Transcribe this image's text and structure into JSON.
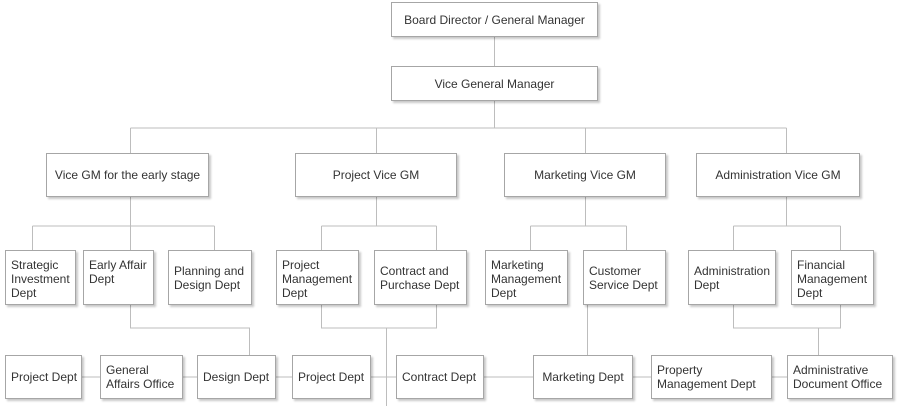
{
  "org_chart": {
    "top": "Board Director / General Manager",
    "vice_gm": "Vice General Manager",
    "branches": {
      "early_stage": "Vice GM for the early stage",
      "project": "Project Vice GM",
      "marketing": "Marketing Vice GM",
      "administration": "Administration Vice GM"
    },
    "departments": {
      "strategic_investment": "Strategic\nInvestment\nDept",
      "early_affair": "Early Affair\nDept",
      "planning_design": "Planning and\nDesign Dept",
      "project_management": "Project\nManagement\nDept",
      "contract_purchase": "Contract and\nPurchase Dept",
      "marketing_management": "Marketing\nManagement\nDept",
      "customer_service": "Customer\nService Dept",
      "administration": "Administration\nDept",
      "financial_management": "Financial\nManagement\nDept"
    },
    "bottom_row": {
      "project_dept_1": "Project Dept",
      "general_affairs": "General\nAffairs Office",
      "design_dept": "Design Dept",
      "project_dept_2": "Project Dept",
      "contract_dept": "Contract Dept",
      "marketing_dept": "Marketing Dept",
      "property_management": "Property\nManagement Dept",
      "administrative_document": "Administrative\nDocument Office"
    }
  }
}
